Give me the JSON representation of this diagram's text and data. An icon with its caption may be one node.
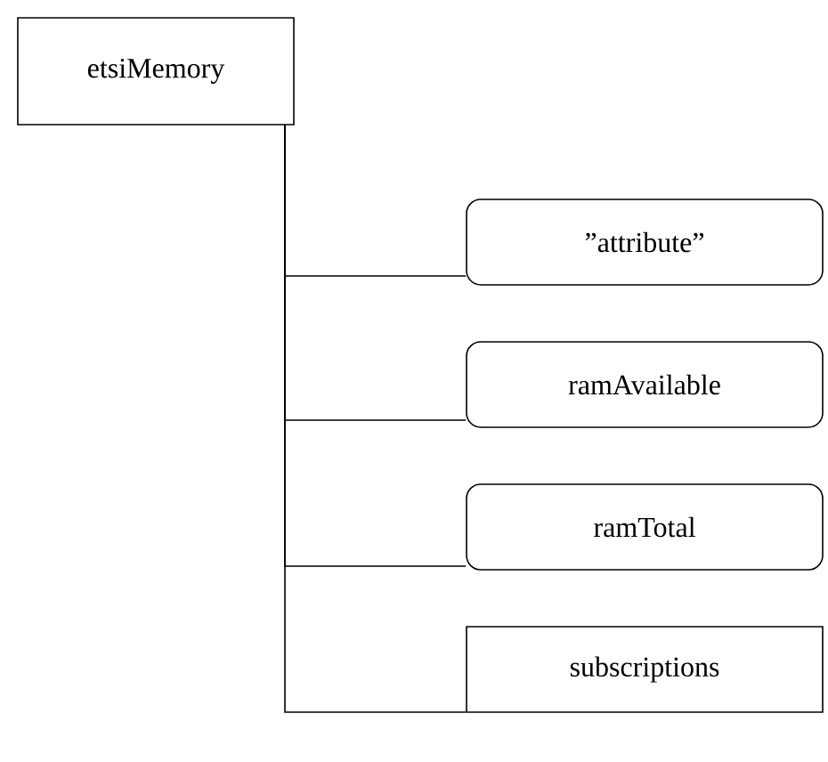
{
  "diagram": {
    "nodes": [
      {
        "text": [
          "etsiMemory"
        ]
      },
      {
        "text": [
          "”attribute”"
        ]
      },
      {
        "text": [
          "ramAvailable"
        ]
      },
      {
        "text": [
          "ramTotal"
        ]
      },
      {
        "text": [
          "subscriptions"
        ]
      }
    ],
    "edges": [
      {
        "from": 0,
        "to": 1,
        "arrow": "none"
      },
      {
        "from": 0,
        "to": 2,
        "arrow": "none"
      },
      {
        "from": 0,
        "to": 3,
        "arrow": "none"
      },
      {
        "from": 0,
        "to": 4,
        "arrow": "none"
      }
    ]
  }
}
